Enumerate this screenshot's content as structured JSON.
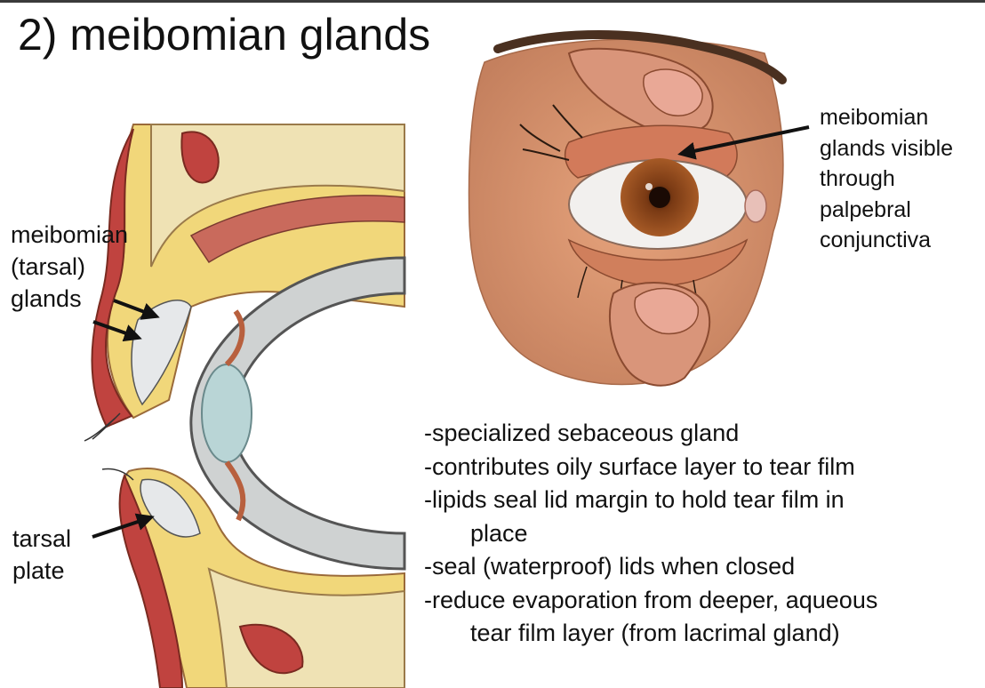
{
  "slide": {
    "title": "2) meibomian glands"
  },
  "labels": {
    "meibomian_tarsal_glands": [
      "meibomian",
      "(tarsal)",
      "glands"
    ],
    "tarsal_plate": [
      "tarsal",
      "plate"
    ],
    "visible_through": [
      "meibomian",
      "glands visible",
      "through",
      "palpebral",
      "conjunctiva"
    ]
  },
  "bullets": [
    {
      "text": "-specialized sebaceous gland",
      "cont": ""
    },
    {
      "text": "-contributes oily surface layer to tear film",
      "cont": ""
    },
    {
      "text": "-lipids seal lid margin to hold tear film in",
      "cont": "place"
    },
    {
      "text": "-seal (waterproof) lids when closed",
      "cont": ""
    },
    {
      "text": "-reduce evaporation from deeper, aqueous",
      "cont": "tear film layer (from lacrimal gland)"
    }
  ],
  "colors": {
    "skin": "#d98a62",
    "skin_dark": "#b8603e",
    "muscle": "#c0433f",
    "fat": "#f1d77a",
    "sclera": "#cfd2d2",
    "lens": "#b9d5d6",
    "iris": "#8b4a1e",
    "gland": "#e6e8ea"
  }
}
